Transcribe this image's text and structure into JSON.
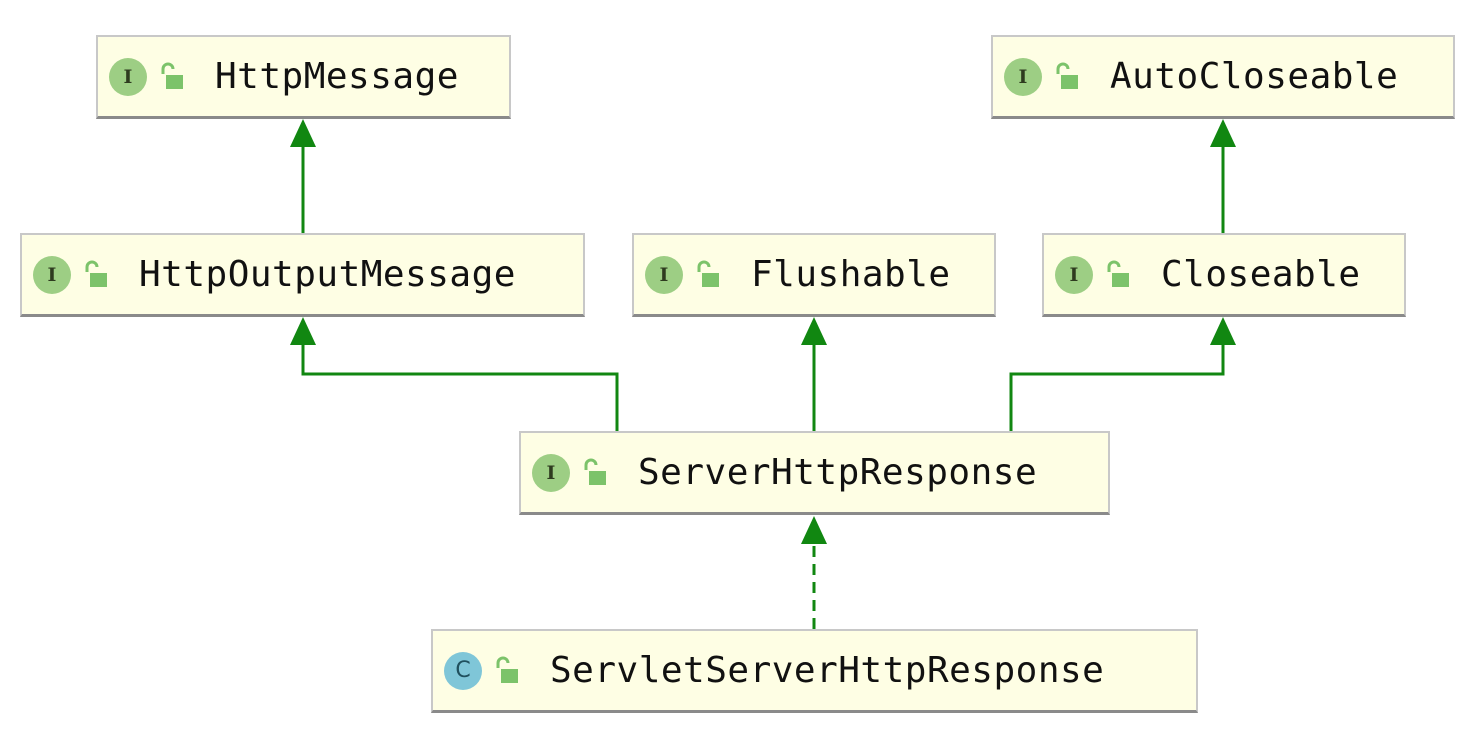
{
  "colors": {
    "node_fill": "#fefee4",
    "edge": "#118711",
    "interface_badge": "#9dce84",
    "class_badge": "#7fc6d8",
    "lock": "#7cc36a"
  },
  "nodes": {
    "http_message": {
      "kind": "interface",
      "badge": "I",
      "icon": "unlocked-padlock-icon",
      "label": "HttpMessage"
    },
    "auto_closeable": {
      "kind": "interface",
      "badge": "I",
      "icon": "unlocked-padlock-icon",
      "label": "AutoCloseable"
    },
    "http_output_message": {
      "kind": "interface",
      "badge": "I",
      "icon": "unlocked-padlock-icon",
      "label": "HttpOutputMessage"
    },
    "flushable": {
      "kind": "interface",
      "badge": "I",
      "icon": "unlocked-padlock-icon",
      "label": "Flushable"
    },
    "closeable": {
      "kind": "interface",
      "badge": "I",
      "icon": "unlocked-padlock-icon",
      "label": "Closeable"
    },
    "server_http_response": {
      "kind": "interface",
      "badge": "I",
      "icon": "unlocked-padlock-icon",
      "label": "ServerHttpResponse"
    },
    "servlet_server_http_response": {
      "kind": "class",
      "badge": "C",
      "icon": "unlocked-padlock-icon",
      "label": "ServletServerHttpResponse"
    }
  },
  "edges": [
    {
      "from": "HttpOutputMessage",
      "to": "HttpMessage",
      "relation": "extends"
    },
    {
      "from": "Closeable",
      "to": "AutoCloseable",
      "relation": "extends"
    },
    {
      "from": "ServerHttpResponse",
      "to": "HttpOutputMessage",
      "relation": "extends"
    },
    {
      "from": "ServerHttpResponse",
      "to": "Flushable",
      "relation": "extends"
    },
    {
      "from": "ServerHttpResponse",
      "to": "Closeable",
      "relation": "extends"
    },
    {
      "from": "ServletServerHttpResponse",
      "to": "ServerHttpResponse",
      "relation": "implements"
    }
  ]
}
